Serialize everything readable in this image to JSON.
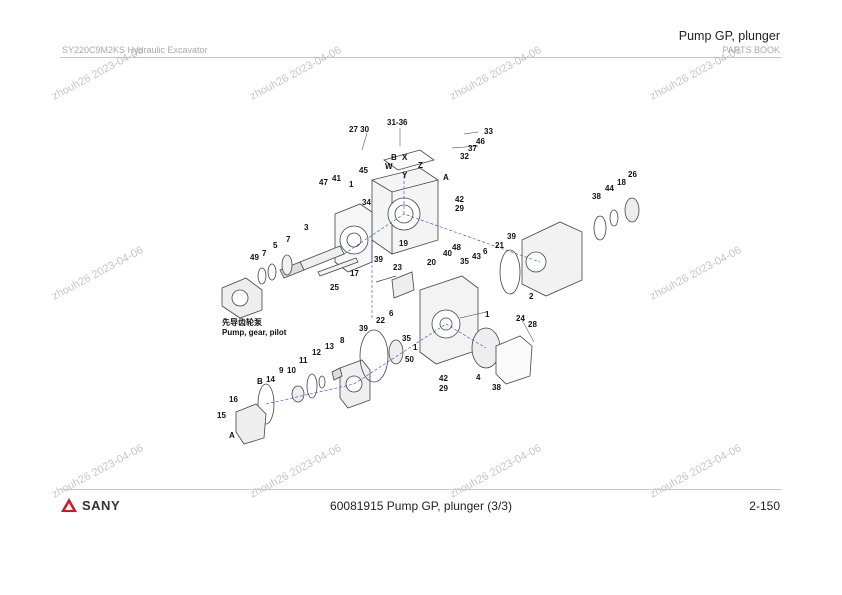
{
  "header": {
    "model": "SY220C9M2KS Hydraulic Excavator",
    "title": "Pump GP, plunger",
    "book": "PARTS BOOK"
  },
  "footer": {
    "brand": "SANY",
    "caption": "60081915 Pump GP, plunger (3/3)",
    "page_number": "2-150"
  },
  "watermark": "zhouh26 2023-04-06",
  "diagram": {
    "pilot_label_cn": "先导齿轮泵",
    "pilot_label_en": "Pump, gear, pilot",
    "callouts": [
      "31-36",
      "27 30",
      "33",
      "46",
      "37",
      "32",
      "B",
      "X",
      "W",
      "Y",
      "Z",
      "A",
      "45",
      "47",
      "41",
      "1",
      "34",
      "42",
      "29",
      "19",
      "3",
      "5",
      "7",
      "49",
      "7",
      "17",
      "39",
      "25",
      "23",
      "20",
      "48",
      "40",
      "35",
      "43",
      "6",
      "21",
      "39",
      "2",
      "38",
      "44",
      "18",
      "26",
      "1",
      "24",
      "28",
      "39",
      "22",
      "6",
      "35",
      "8",
      "13",
      "12",
      "11",
      "9",
      "10",
      "14",
      "B",
      "16",
      "15",
      "A",
      "50",
      "1",
      "42",
      "29",
      "4",
      "38"
    ]
  },
  "colors": {
    "brand_red": "#d5141b",
    "line": "#444444",
    "leader_blue": "#3a3ad0"
  }
}
